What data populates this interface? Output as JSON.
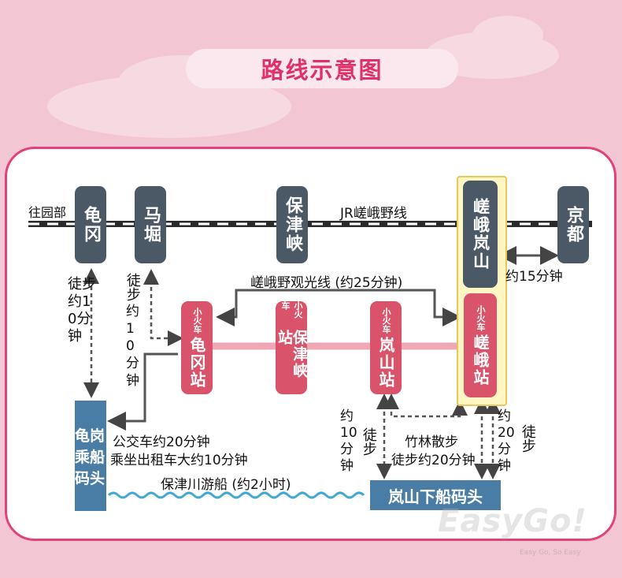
{
  "title": "路线示意图",
  "rail": {
    "label": "JR嵯峨野线",
    "start_label": "往园部",
    "stations": [
      "龟冈",
      "马堀",
      "保津峡",
      "嵯峨岚山",
      "京都"
    ]
  },
  "kyoto_route": "约15分钟",
  "sightseeing": {
    "line_label": "嵯峨野观光线 (约25分钟)",
    "prefix": "小火车",
    "stations": [
      "龟冈站",
      "保津峡站",
      "岚山站",
      "嵯峨站"
    ]
  },
  "walks": {
    "kameoka": "徒步约10分钟",
    "umahori_step": "徒步",
    "umahori_time": "约10分钟",
    "arashiyama_time": "约10分钟",
    "arashiyama_step": "徒步",
    "saga_time": "约20分钟",
    "saga_step": "徒步",
    "bamboo_1": "竹林散步",
    "bamboo_2": "徒步约20分钟"
  },
  "pier_upper": "龟岗乘船码头",
  "pier_lower": "岚山下船码头",
  "bus": {
    "line1": "公交车约20分钟",
    "line2": "乘坐出租车大约10分钟"
  },
  "river": "保津川游船 (约2小时)",
  "watermark": "EasyGo!",
  "watermark_sub": "Easy Go, So Easy",
  "colors": {
    "title": "#e0306a",
    "frame": "#e2417a",
    "station_gray": "#4b5966",
    "station_red": "#d9536b",
    "pier_blue": "#4a7da6",
    "river": "#3fa9d6"
  }
}
